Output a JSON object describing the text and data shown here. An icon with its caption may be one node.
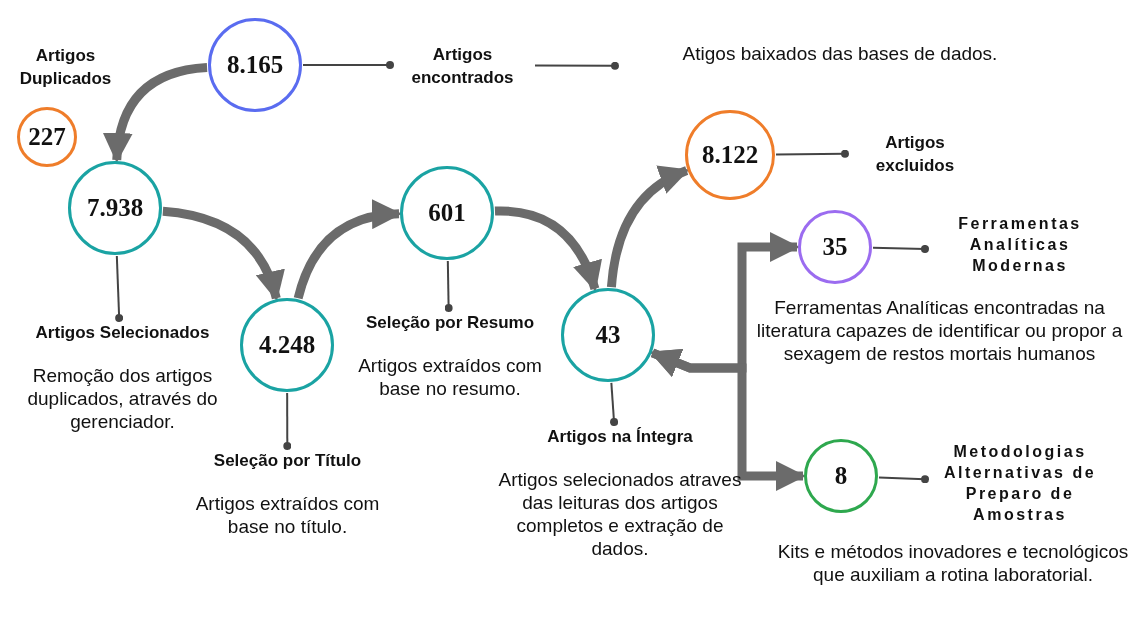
{
  "diagram": {
    "nodes": [
      {
        "text": [
          "8.165"
        ]
      },
      {
        "text": [
          "Artigos encontrados"
        ]
      },
      {
        "text": [
          "Atigos baixados das bases de dados."
        ]
      },
      {
        "text": [
          "227"
        ],
        "beside": [
          "Artigos Duplicados"
        ]
      },
      {
        "text": [
          "7.938"
        ]
      },
      {
        "text": [
          "Artigos Selecionados",
          "Remoção dos artigos duplicados, através do gerenciador."
        ]
      },
      {
        "text": [
          "4.248"
        ]
      },
      {
        "text": [
          "Seleção por Título",
          "Artigos extraídos com base no título."
        ]
      },
      {
        "text": [
          "601"
        ]
      },
      {
        "text": [
          "Seleção por Resumo",
          "Artigos extraídos com base no resumo."
        ]
      },
      {
        "text": [
          "43"
        ]
      },
      {
        "text": [
          "Artigos na Íntegra",
          "Artigos selecionados atraves das leituras dos artigos completos e extração de dados."
        ]
      },
      {
        "text": [
          "8.122"
        ]
      },
      {
        "text": [
          "Artigos excluidos"
        ]
      },
      {
        "text": [
          "35"
        ]
      },
      {
        "text": [
          "Ferramentas Analíticas Modernas"
        ]
      },
      {
        "text": [
          "8"
        ]
      },
      {
        "text": [
          "Metodologias Alternativas de Preparo de Amostras"
        ]
      }
    ],
    "edges": [
      {
        "from": 0,
        "to": 1,
        "arrow": "other"
      },
      {
        "from": 1,
        "to": 2,
        "arrow": "other"
      },
      {
        "from": 0,
        "to": 4,
        "arrow": "to",
        "style": "thick",
        "color": "#6b6b6b"
      },
      {
        "from": 4,
        "to": 5,
        "arrow": "other"
      },
      {
        "from": 4,
        "to": 6,
        "arrow": "to",
        "style": "thick",
        "color": "#6b6b6b"
      },
      {
        "from": 6,
        "to": 7,
        "arrow": "other"
      },
      {
        "from": 6,
        "to": 8,
        "arrow": "to",
        "style": "thick",
        "color": "#6b6b6b"
      },
      {
        "from": 8,
        "to": 9,
        "arrow": "other"
      },
      {
        "from": 8,
        "to": 10,
        "arrow": "to",
        "style": "thick",
        "color": "#6b6b6b"
      },
      {
        "from": 10,
        "to": 11,
        "arrow": "other"
      },
      {
        "from": 10,
        "to": 12,
        "arrow": "to",
        "style": "thick",
        "color": "#6b6b6b"
      },
      {
        "from": 12,
        "to": 13,
        "arrow": "other"
      },
      {
        "from": 10,
        "to": 14,
        "arrow": "both",
        "style": "thick",
        "color": "#6b6b6b"
      },
      {
        "from": 10,
        "to": 16,
        "arrow": "both",
        "style": "thick",
        "color": "#6b6b6b"
      },
      {
        "from": 14,
        "to": 15,
        "arrow": "other"
      },
      {
        "from": 16,
        "to": 17,
        "arrow": "other"
      }
    ],
    "labels": [
      "Ferramentas Analíticas encontradas na literatura capazes de identificar ou propor a sexagem de restos mortais humanos",
      "Kits e métodos inovadores e tecnológicos que auxiliam a rotina laboratorial."
    ]
  }
}
